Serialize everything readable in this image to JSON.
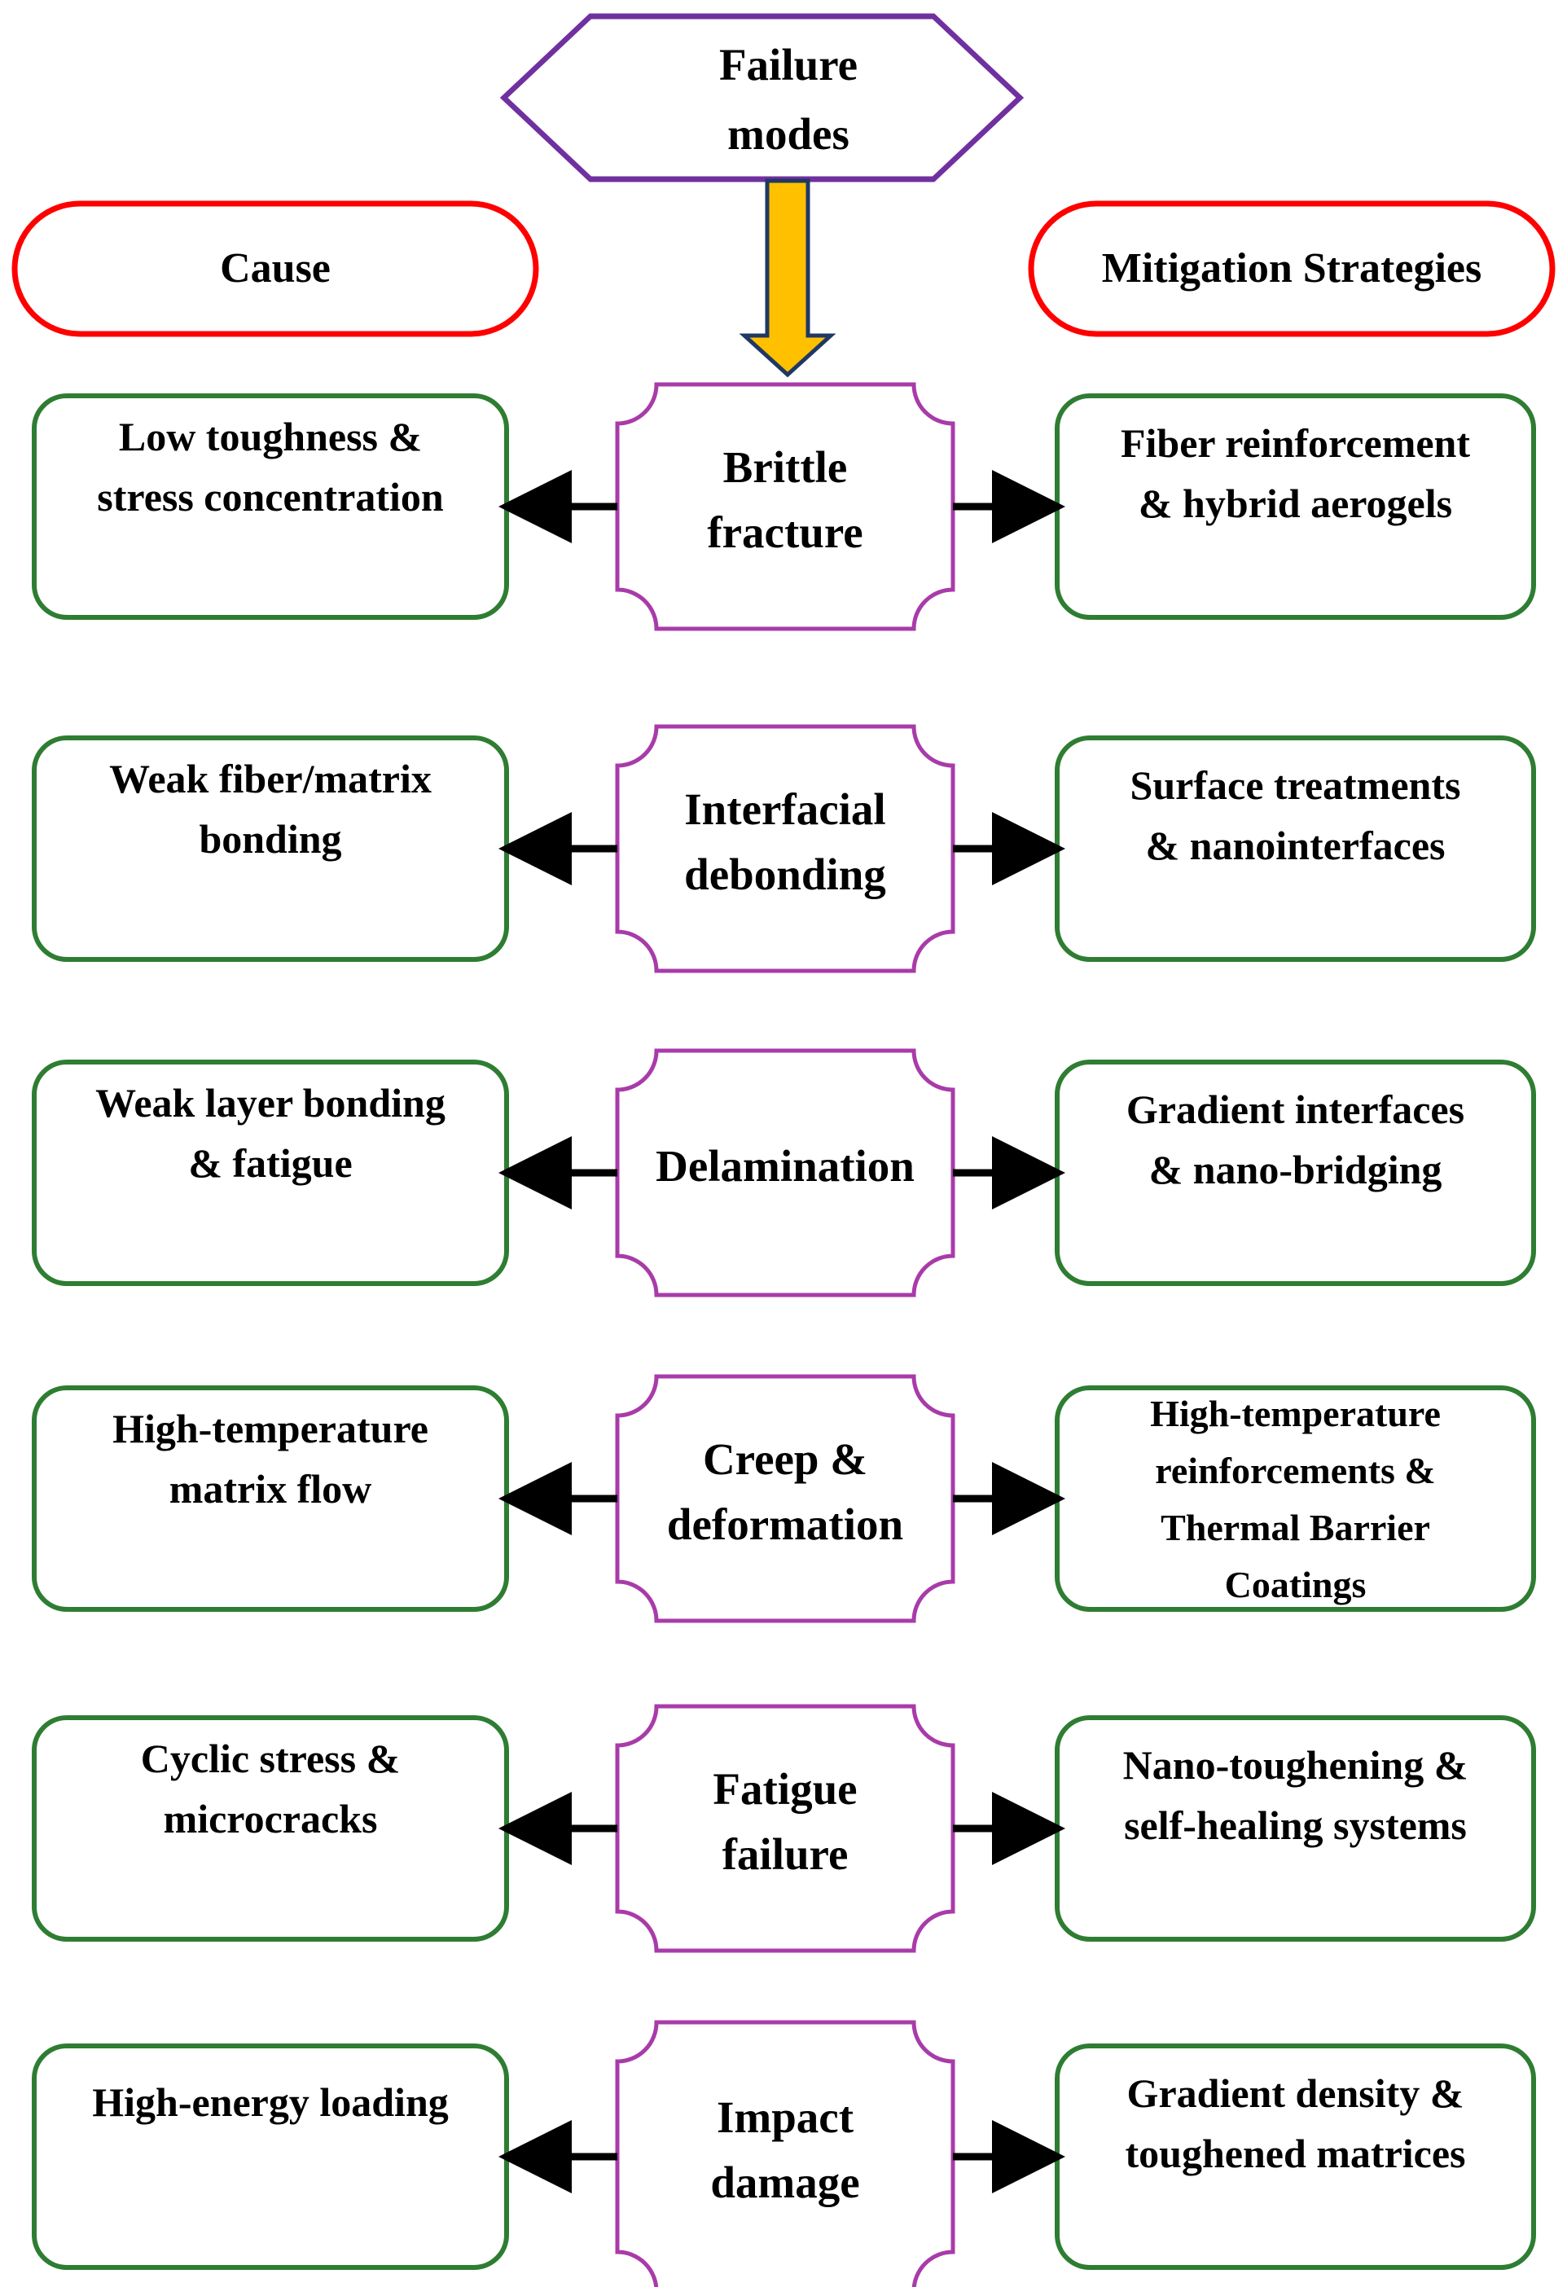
{
  "top": {
    "line1": "Failure",
    "line2": "modes"
  },
  "headers": {
    "cause": "Cause",
    "mitigation": "Mitigation Strategies"
  },
  "colors": {
    "hexagon_stroke": "#7030A0",
    "header_stroke": "#FF0000",
    "mode_stroke": "#A93BA9",
    "box_stroke": "#2E7D32",
    "down_arrow_fill": "#FFC000",
    "down_arrow_stroke": "#1F3864",
    "arrow": "#000000"
  },
  "rows": [
    {
      "cause": [
        "Low toughness &",
        "stress concentration"
      ],
      "mode": [
        "Brittle",
        "fracture"
      ],
      "mitigation": [
        "Fiber reinforcement",
        "& hybrid aerogels"
      ]
    },
    {
      "cause": [
        "Weak fiber/matrix",
        "bonding"
      ],
      "mode": [
        "Interfacial",
        "debonding"
      ],
      "mitigation": [
        "Surface treatments",
        "& nanointerfaces"
      ]
    },
    {
      "cause": [
        "Weak layer bonding",
        "& fatigue"
      ],
      "mode": [
        "Delamination"
      ],
      "mitigation": [
        "Gradient interfaces",
        "&  nano-bridging"
      ]
    },
    {
      "cause": [
        "High-temperature",
        "matrix flow"
      ],
      "mode": [
        "Creep &",
        "deformation"
      ],
      "mitigation": [
        "High-temperature",
        "reinforcements &",
        "Thermal Barrier",
        "Coatings"
      ]
    },
    {
      "cause": [
        "Cyclic stress &",
        "microcracks"
      ],
      "mode": [
        "Fatigue",
        "failure"
      ],
      "mitigation": [
        "Nano-toughening &",
        "self-healing systems"
      ]
    },
    {
      "cause": [
        "High-energy loading"
      ],
      "mode": [
        "Impact",
        "damage"
      ],
      "mitigation": [
        "Gradient density &",
        "toughened matrices"
      ]
    }
  ]
}
